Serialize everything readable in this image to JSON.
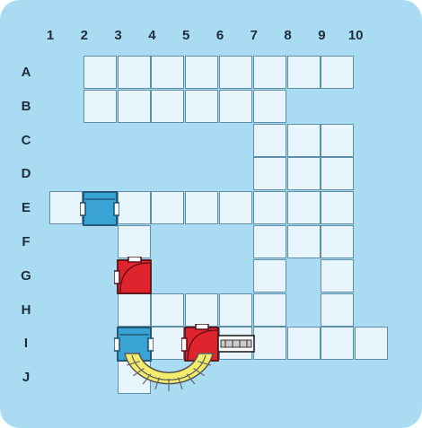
{
  "columns": [
    "1",
    "2",
    "3",
    "4",
    "5",
    "6",
    "7",
    "8",
    "9",
    "10"
  ],
  "rows": [
    "A",
    "B",
    "C",
    "D",
    "E",
    "F",
    "G",
    "H",
    "I",
    "J"
  ],
  "cells": {
    "A": [
      2,
      3,
      4,
      5,
      6,
      7,
      8,
      9
    ],
    "B": [
      2,
      3,
      4,
      5,
      6,
      7
    ],
    "C": [
      7,
      8,
      9
    ],
    "D": [
      7,
      8,
      9
    ],
    "E": [
      1,
      2,
      3,
      4,
      5,
      6,
      7,
      8,
      9
    ],
    "F": [
      3,
      7,
      8,
      9
    ],
    "G": [
      3,
      7,
      9
    ],
    "H": [
      3,
      4,
      5,
      6,
      7,
      9
    ],
    "I": [
      3,
      4,
      5,
      6,
      7,
      8,
      9,
      10
    ],
    "J": [
      3
    ]
  },
  "pieces": [
    {
      "name": "blue-block-E2",
      "type": "blue-block",
      "row": "E",
      "col": 2
    },
    {
      "name": "red-block-G3",
      "type": "red-block",
      "row": "G",
      "col": 3
    },
    {
      "name": "blue-block-I3",
      "type": "blue-block",
      "row": "I",
      "col": 3
    },
    {
      "name": "red-block-I5",
      "type": "red-block",
      "row": "I",
      "col": 5
    },
    {
      "name": "straight-track-I6",
      "type": "straight-track",
      "row": "I",
      "col": 6
    },
    {
      "name": "curved-track-J3-J5",
      "type": "curved-track",
      "row": "J",
      "col": 3
    }
  ],
  "colors": {
    "background": "#a9dcf3",
    "cell": "#e8f5fc",
    "cell_border": "#5f8fa8",
    "blue_block": "#3aa3d6",
    "red_block": "#e0242e",
    "track_yellow": "#f4ec6c",
    "track_white": "#ffffff"
  }
}
